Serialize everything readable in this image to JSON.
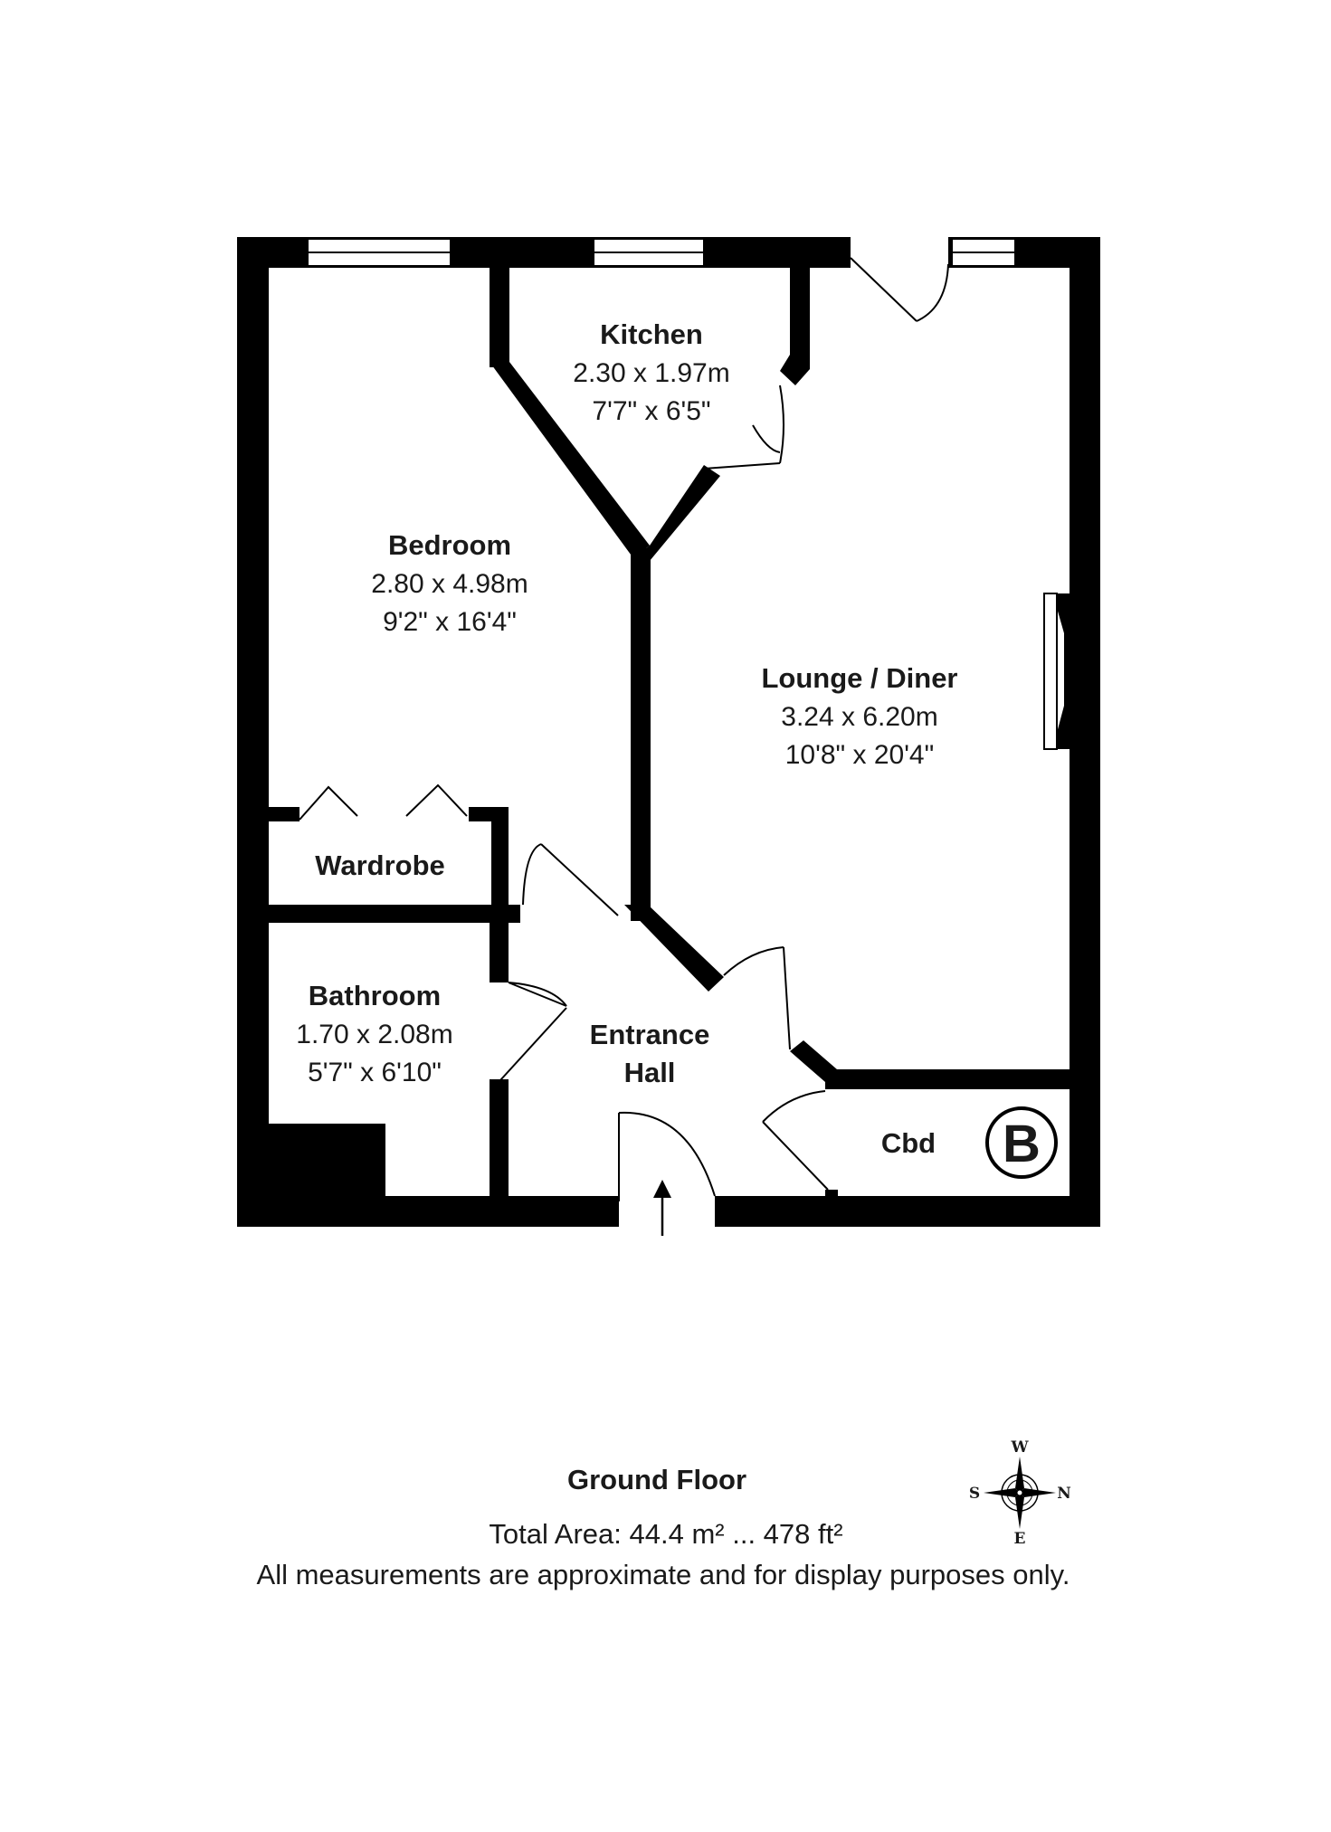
{
  "rooms": {
    "kitchen": {
      "name": "Kitchen",
      "metric": "2.30 x 1.97m",
      "imperial": "7'7\" x 6'5\""
    },
    "bedroom": {
      "name": "Bedroom",
      "metric": "2.80 x 4.98m",
      "imperial": "9'2\" x 16'4\""
    },
    "lounge": {
      "name": "Lounge / Diner",
      "metric": "3.24 x 6.20m",
      "imperial": "10'8\" x 20'4\""
    },
    "wardrobe": {
      "name": "Wardrobe"
    },
    "bathroom": {
      "name": "Bathroom",
      "metric": "1.70 x 2.08m",
      "imperial": "5'7\" x 6'10\""
    },
    "hall": {
      "name_line1": "Entrance",
      "name_line2": "Hall"
    },
    "cupboard": {
      "name": "Cbd",
      "badge": "B"
    }
  },
  "footer": {
    "floor_name": "Ground Floor",
    "total_area": "Total Area: 44.4 m² ... 478 ft²",
    "disclaimer": "All measurements are approximate and for display purposes only."
  },
  "compass": {
    "top": "W",
    "right": "N",
    "bottom": "E",
    "left": "S"
  }
}
